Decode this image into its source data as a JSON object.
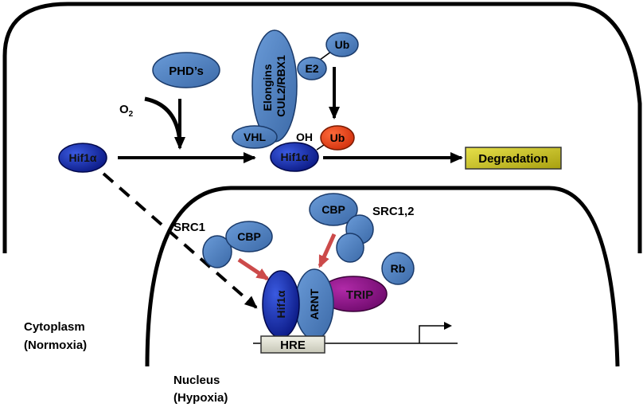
{
  "labels": {
    "phds": "PHD’s",
    "o2_main": "O",
    "o2_sub": "2",
    "elongins_line1": "Elongins",
    "elongins_line2": "CUL2/RBX1",
    "ub_top": "Ub",
    "e2": "E2",
    "vhl": "VHL",
    "oh": "OH",
    "ub_red": "Ub",
    "hif_left": "Hif1α",
    "hif_mid": "Hif1α",
    "degradation": "Degradation",
    "src1": "SRC1",
    "cbp_left": "CBP",
    "cbp_right": "CBP",
    "src12": "SRC1,2",
    "rb": "Rb",
    "trip": "TRIP",
    "hif_nuc": "Hif1α",
    "arnt": "ARNT",
    "hre": "HRE",
    "cytoplasm_line1": "Cytoplasm",
    "cytoplasm_line2": "(Normoxia)",
    "nucleus_line1": "Nucleus",
    "nucleus_line2": "(Hypoxia)"
  },
  "colors": {
    "protein_blue": "#4a7ebf",
    "hif_dark_blue": "#0a1a8c",
    "ub_red": "#e03a10",
    "trip_purple": "#8a0a86",
    "degradation_fill": "#c8c21a",
    "recruit_arrow": "#cc4a4a"
  }
}
